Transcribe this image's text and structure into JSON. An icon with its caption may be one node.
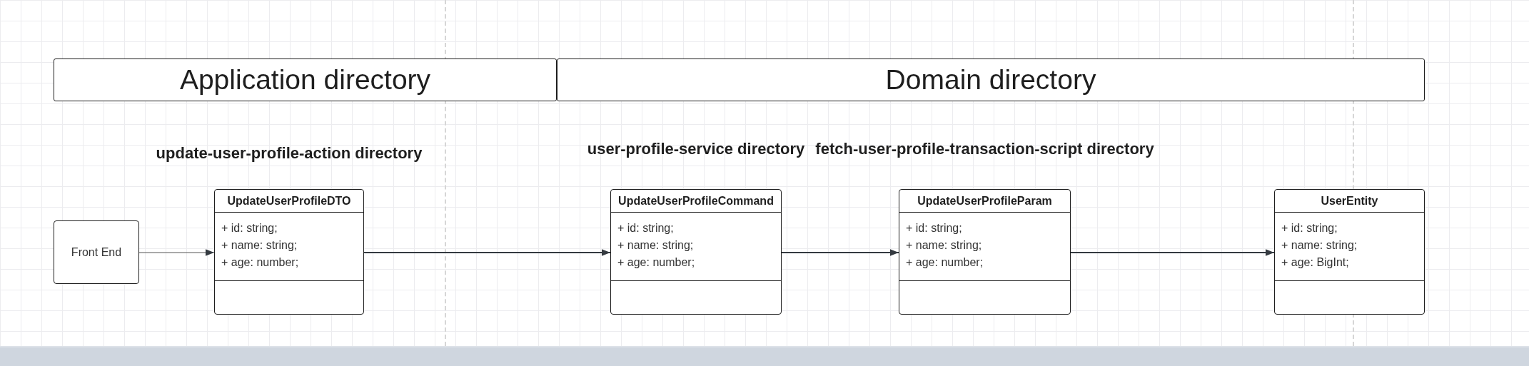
{
  "diagram": {
    "nodes": [
      {
        "text": [
          "Application directory"
        ]
      },
      {
        "text": [
          "Domain directory"
        ]
      },
      {
        "text": [
          "Front End"
        ]
      },
      {
        "text": [
          "UpdateUserProfileDTO",
          "+ id: string;",
          "+ name: string;",
          "+ age: number;"
        ],
        "beside": [
          "update-user-profile-action directory"
        ]
      },
      {
        "text": [
          "UpdateUserProfileCommand",
          "+ id: string;",
          "+ name: string;",
          "+ age: number;"
        ],
        "beside": [
          "user-profile-service directory"
        ]
      },
      {
        "text": [
          "UpdateUserProfileParam",
          "+ id: string;",
          "+ name: string;",
          "+ age: number;"
        ],
        "beside": [
          "fetch-user-profile-transaction-script directory"
        ]
      },
      {
        "text": [
          "UserEntity",
          "+ id: string;",
          "+ name: string;",
          "+ age: BigInt;"
        ]
      }
    ],
    "edges": [
      {
        "from": 2,
        "to": 3,
        "arrow": "to"
      },
      {
        "from": 3,
        "to": 4,
        "arrow": "to"
      },
      {
        "from": 4,
        "to": 5,
        "arrow": "to"
      },
      {
        "from": 5,
        "to": 6,
        "arrow": "to"
      }
    ]
  }
}
